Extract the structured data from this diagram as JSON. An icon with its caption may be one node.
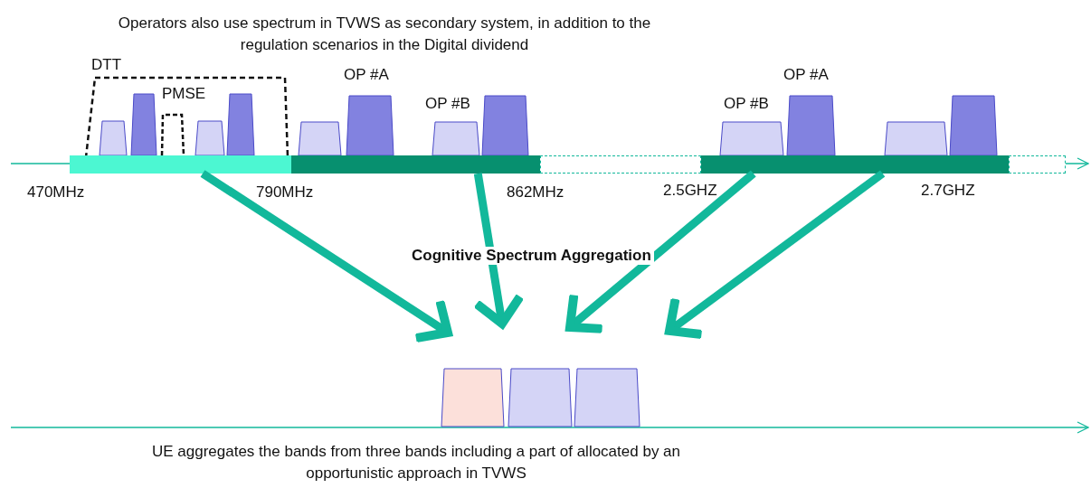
{
  "diagram": {
    "title": "Operators also use spectrum in TVWS as secondary system, in addition to the regulation scenarios in the Digital dividend",
    "caption": "UE aggregates the bands from three bands including a part of allocated by an opportunistic approach in TVWS",
    "nodes": [
      {
        "text": [
          "DTT"
        ]
      },
      {
        "text": [
          "PMSE"
        ],
        "in": 0
      },
      {
        "text": [],
        "shape": "bar"
      },
      {
        "text": [],
        "shape": "bar"
      },
      {
        "text": [],
        "shape": "bar"
      },
      {
        "text": [],
        "shape": "bar"
      },
      {
        "text": [],
        "shape": "bar"
      }
    ],
    "edges": [
      {
        "from": 2,
        "to": null,
        "arrow": "to"
      },
      {
        "from": 3,
        "to": null,
        "arrow": "to"
      },
      {
        "from": 5,
        "to": null,
        "arrow": "to"
      },
      {
        "from": 5,
        "to": null,
        "arrow": "to"
      }
    ],
    "labels": [
      "OP #A",
      "OP #B",
      "OP #B",
      "OP #A",
      "470MHz",
      "790MHz",
      "862MHz",
      "2.5GHZ",
      "2.7GHZ",
      "Cognitive Spectrum Aggregation"
    ]
  }
}
